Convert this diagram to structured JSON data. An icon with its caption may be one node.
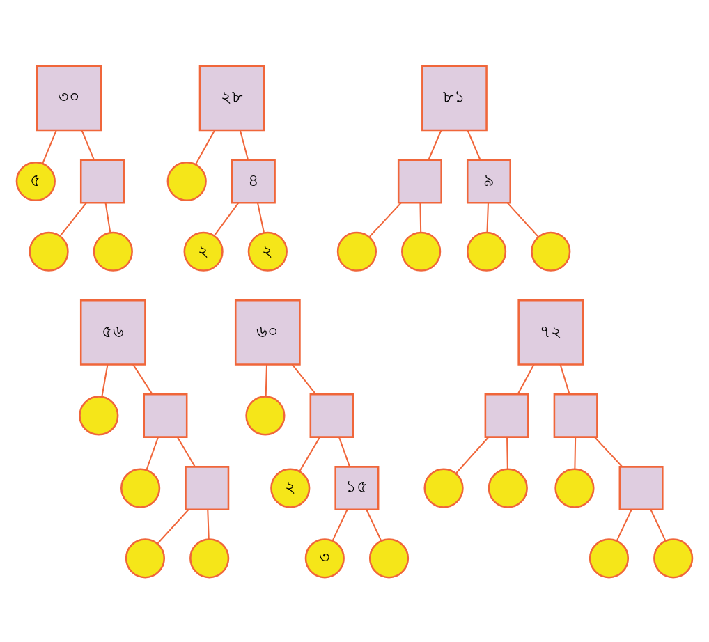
{
  "diagram": {
    "nodes": [
      {
        "text": [
          "৩০"
        ]
      },
      {
        "text": [
          "৫"
        ]
      },
      {
        "text": [],
        "shape": "box"
      },
      {
        "text": [],
        "shape": "circle"
      },
      {
        "text": [],
        "shape": "circle"
      },
      {
        "text": [
          "২৮"
        ]
      },
      {
        "text": [],
        "shape": "circle"
      },
      {
        "text": [
          "৪"
        ]
      },
      {
        "text": [
          "২"
        ]
      },
      {
        "text": [
          "২"
        ]
      },
      {
        "text": [
          "৮১"
        ]
      },
      {
        "text": [],
        "shape": "box"
      },
      {
        "text": [
          "৯"
        ]
      },
      {
        "text": [],
        "shape": "circle"
      },
      {
        "text": [],
        "shape": "circle"
      },
      {
        "text": [],
        "shape": "circle"
      },
      {
        "text": [],
        "shape": "circle"
      },
      {
        "text": [
          "৫৬"
        ]
      },
      {
        "text": [],
        "shape": "circle"
      },
      {
        "text": [],
        "shape": "box"
      },
      {
        "text": [],
        "shape": "circle"
      },
      {
        "text": [],
        "shape": "box"
      },
      {
        "text": [],
        "shape": "circle"
      },
      {
        "text": [],
        "shape": "circle"
      },
      {
        "text": [
          "৬০"
        ]
      },
      {
        "text": [],
        "shape": "circle"
      },
      {
        "text": [],
        "shape": "box"
      },
      {
        "text": [
          "২"
        ]
      },
      {
        "text": [
          "১৫"
        ]
      },
      {
        "text": [
          "৩"
        ]
      },
      {
        "text": [],
        "shape": "circle"
      },
      {
        "text": [
          "৭২"
        ]
      },
      {
        "text": [],
        "shape": "box"
      },
      {
        "text": [],
        "shape": "box"
      },
      {
        "text": [],
        "shape": "circle"
      },
      {
        "text": [],
        "shape": "circle"
      },
      {
        "text": [],
        "shape": "circle"
      },
      {
        "text": [],
        "shape": "box"
      },
      {
        "text": [],
        "shape": "circle"
      },
      {
        "text": [],
        "shape": "circle"
      }
    ],
    "edges": [
      {
        "from": 0,
        "to": 1,
        "arrow": "none"
      },
      {
        "from": 0,
        "to": 2,
        "arrow": "none"
      },
      {
        "from": 2,
        "to": 3,
        "arrow": "none"
      },
      {
        "from": 2,
        "to": 4,
        "arrow": "none"
      },
      {
        "from": 5,
        "to": 6,
        "arrow": "none"
      },
      {
        "from": 5,
        "to": 7,
        "arrow": "none"
      },
      {
        "from": 7,
        "to": 8,
        "arrow": "none"
      },
      {
        "from": 7,
        "to": 9,
        "arrow": "none"
      },
      {
        "from": 10,
        "to": 11,
        "arrow": "none"
      },
      {
        "from": 10,
        "to": 12,
        "arrow": "none"
      },
      {
        "from": 11,
        "to": 13,
        "arrow": "none"
      },
      {
        "from": 11,
        "to": 14,
        "arrow": "none"
      },
      {
        "from": 12,
        "to": 15,
        "arrow": "none"
      },
      {
        "from": 12,
        "to": 16,
        "arrow": "none"
      },
      {
        "from": 17,
        "to": 18,
        "arrow": "none"
      },
      {
        "from": 17,
        "to": 19,
        "arrow": "none"
      },
      {
        "from": 19,
        "to": 20,
        "arrow": "none"
      },
      {
        "from": 19,
        "to": 21,
        "arrow": "none"
      },
      {
        "from": 21,
        "to": 22,
        "arrow": "none"
      },
      {
        "from": 21,
        "to": 23,
        "arrow": "none"
      },
      {
        "from": 24,
        "to": 25,
        "arrow": "none"
      },
      {
        "from": 24,
        "to": 26,
        "arrow": "none"
      },
      {
        "from": 26,
        "to": 27,
        "arrow": "none"
      },
      {
        "from": 26,
        "to": 28,
        "arrow": "none"
      },
      {
        "from": 28,
        "to": 29,
        "arrow": "none"
      },
      {
        "from": 28,
        "to": 30,
        "arrow": "none"
      },
      {
        "from": 31,
        "to": 32,
        "arrow": "none"
      },
      {
        "from": 31,
        "to": 33,
        "arrow": "none"
      },
      {
        "from": 32,
        "to": 34,
        "arrow": "none"
      },
      {
        "from": 32,
        "to": 35,
        "arrow": "none"
      },
      {
        "from": 33,
        "to": 36,
        "arrow": "none"
      },
      {
        "from": 33,
        "to": 37,
        "arrow": "none"
      },
      {
        "from": 37,
        "to": 38,
        "arrow": "none"
      },
      {
        "from": 37,
        "to": 39,
        "arrow": "none"
      }
    ]
  }
}
